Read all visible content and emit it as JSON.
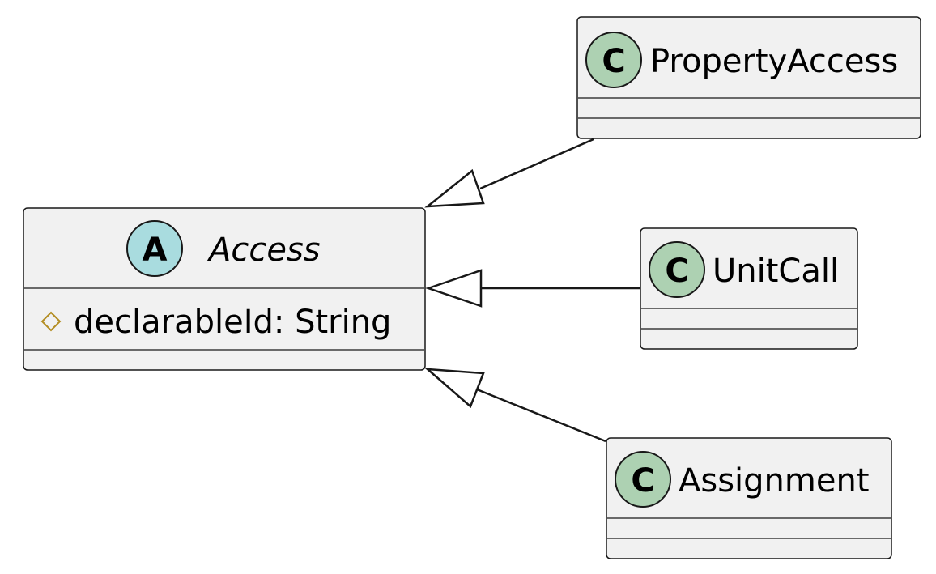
{
  "classes": {
    "access": {
      "stereotype_letter": "A",
      "name": "Access",
      "attributes": [
        {
          "visibility": "protected",
          "text": "declarableId: String"
        }
      ]
    },
    "property_access": {
      "stereotype_letter": "C",
      "name": "PropertyAccess"
    },
    "unit_call": {
      "stereotype_letter": "C",
      "name": "UnitCall"
    },
    "assignment": {
      "stereotype_letter": "C",
      "name": "Assignment"
    }
  },
  "relations": [
    {
      "type": "inheritance",
      "from": "PropertyAccess",
      "to": "Access"
    },
    {
      "type": "inheritance",
      "from": "UnitCall",
      "to": "Access"
    },
    {
      "type": "inheritance",
      "from": "Assignment",
      "to": "Access"
    }
  ],
  "colors": {
    "class_fill": "#f1f1f1",
    "border": "#181818",
    "class_badge": "#add1b2",
    "abstract_badge": "#a9dcdf",
    "protected_icon": "#b38d22"
  }
}
